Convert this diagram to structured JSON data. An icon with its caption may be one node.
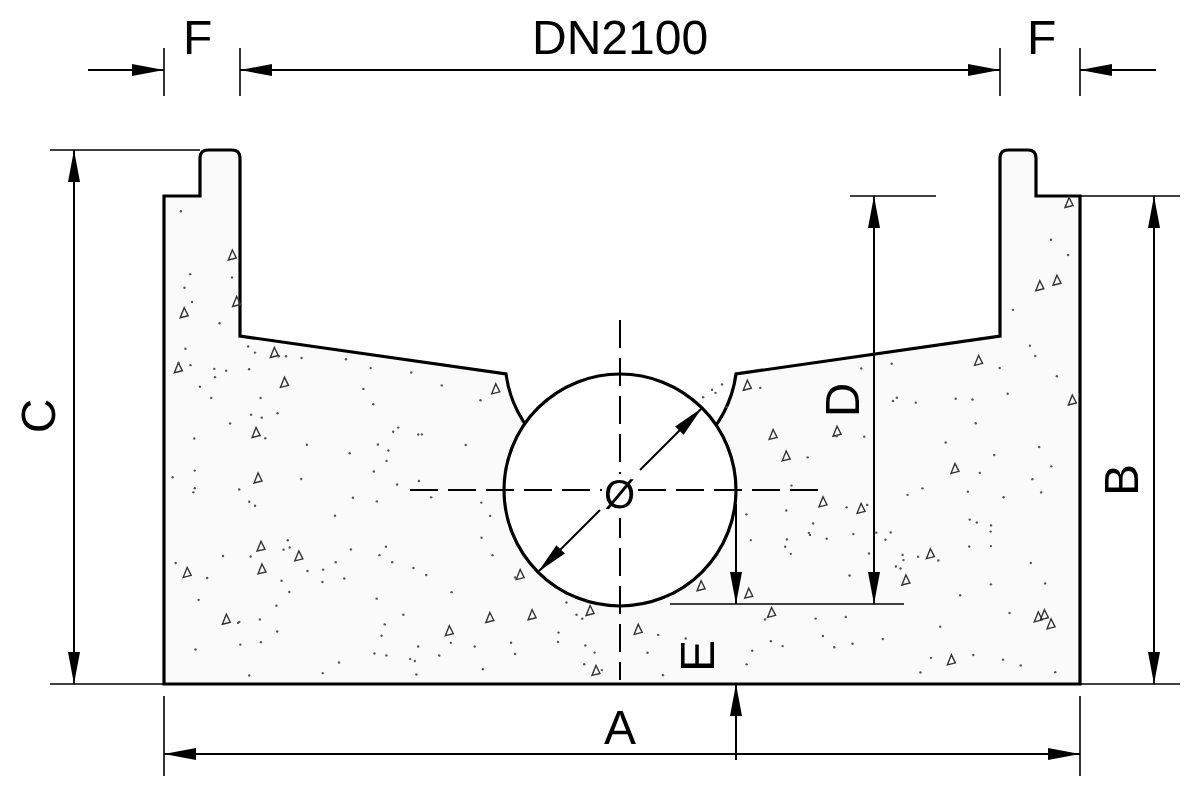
{
  "diagram": {
    "labels": [
      "F",
      "DN2100",
      "F",
      "C",
      "D",
      "B",
      "Ø",
      "E",
      "A"
    ]
  }
}
